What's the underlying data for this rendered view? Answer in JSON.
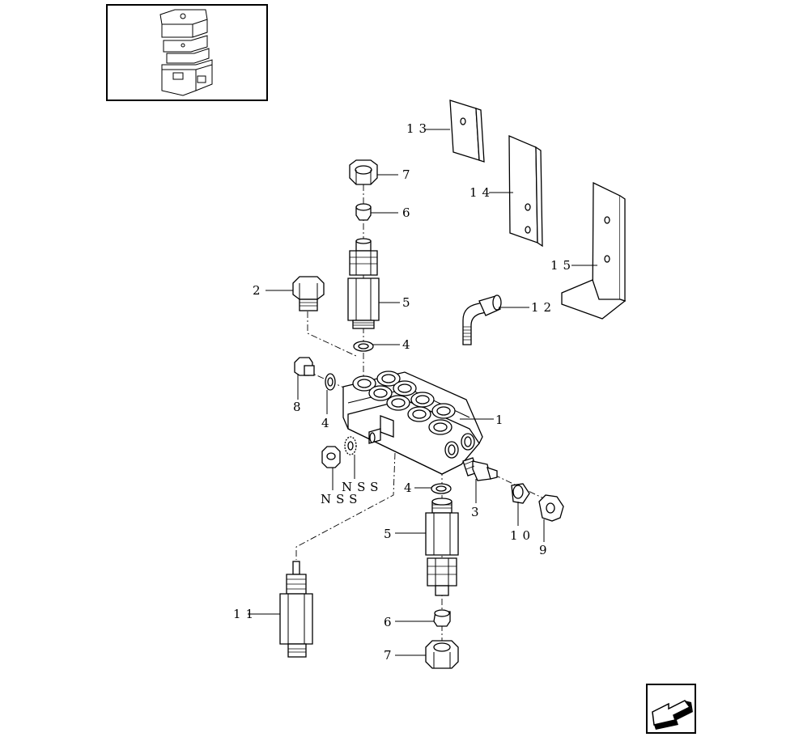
{
  "callouts": {
    "c1": "1",
    "c2": "2",
    "c3": "3",
    "c4a": "4",
    "c4b": "4",
    "c4c": "4",
    "c5a": "5",
    "c5b": "5",
    "c6a": "6",
    "c6b": "6",
    "c7a": "7",
    "c7b": "7",
    "c8": "8",
    "c9": "9",
    "c10": "10",
    "c11": "11",
    "c12": "12",
    "c13": "13",
    "c14": "14",
    "c15": "15",
    "nss_a": "NSS",
    "nss_b": "NSS"
  },
  "thumbnail": {
    "icon": "assembly-thumbnail-icon"
  },
  "nav": {
    "icon": "previous-arrow-icon"
  }
}
